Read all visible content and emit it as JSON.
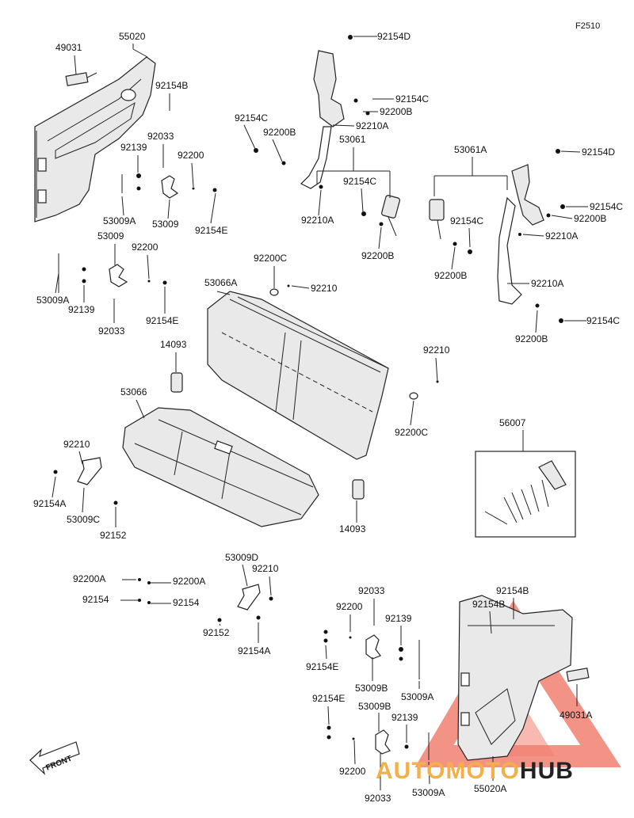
{
  "figure_code": "F2510",
  "front_label": "FRONT",
  "watermark": {
    "part1": "AUTO",
    "part2": "MOTO",
    "part3": "HUB",
    "color_main": "#f08070",
    "color_dark": "#222222"
  },
  "labels": [
    {
      "id": "92154D",
      "text": "92154D"
    },
    {
      "id": "49031",
      "text": "49031"
    },
    {
      "id": "55020",
      "text": "55020"
    },
    {
      "id": "92154B_l",
      "text": "92154B"
    },
    {
      "id": "92154C_1",
      "text": "92154C"
    },
    {
      "id": "92200B_1",
      "text": "92200B"
    },
    {
      "id": "92154C_2",
      "text": "92154C"
    },
    {
      "id": "92200B_2",
      "text": "92200B"
    },
    {
      "id": "92210A_1",
      "text": "92210A"
    },
    {
      "id": "53061",
      "text": "53061"
    },
    {
      "id": "92033_1",
      "text": "92033"
    },
    {
      "id": "92139_1",
      "text": "92139"
    },
    {
      "id": "92200_1",
      "text": "92200"
    },
    {
      "id": "53061A",
      "text": "53061A"
    },
    {
      "id": "92154D_r",
      "text": "92154D"
    },
    {
      "id": "92154C_3",
      "text": "92154C"
    },
    {
      "id": "92154C_r",
      "text": "92154C"
    },
    {
      "id": "92200B_r",
      "text": "92200B"
    },
    {
      "id": "53009A_1",
      "text": "53009A"
    },
    {
      "id": "53009_1",
      "text": "53009"
    },
    {
      "id": "92154E_1",
      "text": "92154E"
    },
    {
      "id": "92210A_2",
      "text": "92210A"
    },
    {
      "id": "92154C_4",
      "text": "92154C"
    },
    {
      "id": "92210A_r",
      "text": "92210A"
    },
    {
      "id": "53009_2",
      "text": "53009"
    },
    {
      "id": "92200B_3",
      "text": "92200B"
    },
    {
      "id": "92200_2",
      "text": "92200"
    },
    {
      "id": "92200B_4",
      "text": "92200B"
    },
    {
      "id": "92200C_1",
      "text": "92200C"
    },
    {
      "id": "53066A",
      "text": "53066A"
    },
    {
      "id": "92210_1",
      "text": "92210"
    },
    {
      "id": "92210A_r2",
      "text": "92210A"
    },
    {
      "id": "53009A_2",
      "text": "53009A"
    },
    {
      "id": "92139_2",
      "text": "92139"
    },
    {
      "id": "92154C_r2",
      "text": "92154C"
    },
    {
      "id": "92154E_2",
      "text": "92154E"
    },
    {
      "id": "92033_2",
      "text": "92033"
    },
    {
      "id": "92200B_r2",
      "text": "92200B"
    },
    {
      "id": "14093_1",
      "text": "14093"
    },
    {
      "id": "92210_2",
      "text": "92210"
    },
    {
      "id": "53066",
      "text": "53066"
    },
    {
      "id": "92200C_2",
      "text": "92200C"
    },
    {
      "id": "56007",
      "text": "56007"
    },
    {
      "id": "92210_3",
      "text": "92210"
    },
    {
      "id": "92154A_1",
      "text": "92154A"
    },
    {
      "id": "53009C",
      "text": "53009C"
    },
    {
      "id": "92152_1",
      "text": "92152"
    },
    {
      "id": "14093_2",
      "text": "14093"
    },
    {
      "id": "53009D",
      "text": "53009D"
    },
    {
      "id": "92210_4",
      "text": "92210"
    },
    {
      "id": "92200A_1",
      "text": "92200A"
    },
    {
      "id": "92200A_2",
      "text": "92200A"
    },
    {
      "id": "92154_1",
      "text": "92154"
    },
    {
      "id": "92154_2",
      "text": "92154"
    },
    {
      "id": "92152_2",
      "text": "92152"
    },
    {
      "id": "92154A_2",
      "text": "92154A"
    },
    {
      "id": "92033_3",
      "text": "92033"
    },
    {
      "id": "92154B_r1",
      "text": "92154B"
    },
    {
      "id": "92154B_r2",
      "text": "92154B"
    },
    {
      "id": "92200_3",
      "text": "92200"
    },
    {
      "id": "92139_3",
      "text": "92139"
    },
    {
      "id": "92154E_3",
      "text": "92154E"
    },
    {
      "id": "53009B_1",
      "text": "53009B"
    },
    {
      "id": "53009A_3",
      "text": "53009A"
    },
    {
      "id": "92154E_4",
      "text": "92154E"
    },
    {
      "id": "53009B_2",
      "text": "53009B"
    },
    {
      "id": "92139_4",
      "text": "92139"
    },
    {
      "id": "49031A",
      "text": "49031A"
    },
    {
      "id": "92200_4",
      "text": "92200"
    },
    {
      "id": "92033_4",
      "text": "92033"
    },
    {
      "id": "53009A_4",
      "text": "53009A"
    },
    {
      "id": "55020A",
      "text": "55020A"
    }
  ]
}
